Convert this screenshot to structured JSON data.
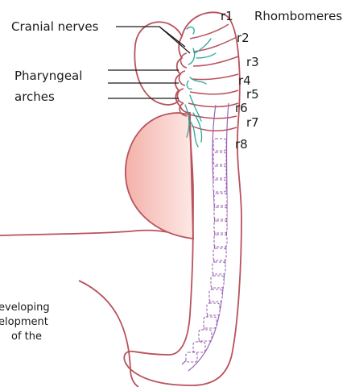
{
  "labels": {
    "cranial_nerves": "Cranial nerves",
    "rhombomeres": "Rhombomeres",
    "pharyngeal_line1": "Pharyngeal",
    "pharyngeal_line2": "arches",
    "rhombomere_list": [
      "r1",
      "r2",
      "r3",
      "r4",
      "r5",
      "r6",
      "r7",
      "r8"
    ],
    "cutoff_caption": [
      "eveloping",
      "elopment",
      "of the"
    ]
  },
  "colors": {
    "outline": "#b9525c",
    "nerve": "#2aa89a",
    "notochord": "#9a62b4",
    "heart_fill": "#f3b5ae"
  }
}
